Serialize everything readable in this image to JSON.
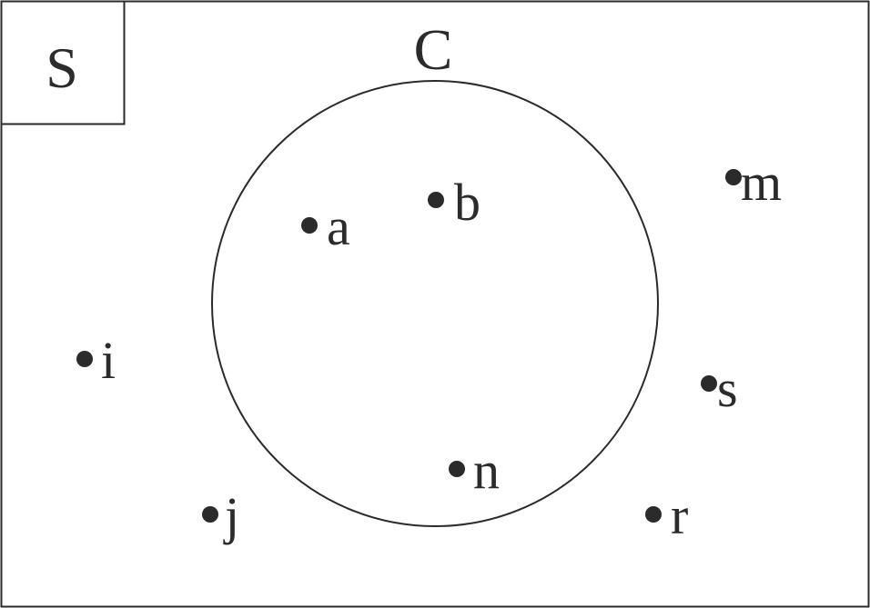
{
  "diagram": {
    "universal_set": {
      "label": "S"
    },
    "set": {
      "label": "C"
    },
    "elements_inside_set": [
      "a",
      "b",
      "n"
    ],
    "elements_outside_set": [
      "m",
      "i",
      "s",
      "j",
      "r"
    ]
  },
  "colors": {
    "stroke": "#2b2b2b",
    "background": "#ffffff"
  }
}
